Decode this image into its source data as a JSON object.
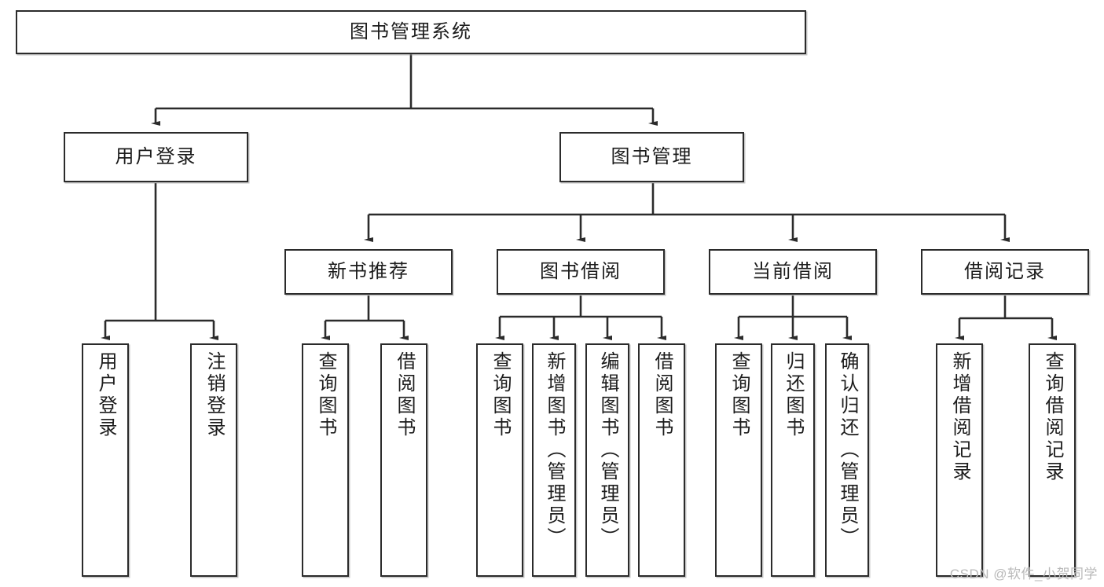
{
  "diagram": {
    "title": "图书管理系统",
    "type": "tree-hierarchy",
    "watermark": "CSDN @软件_小贺同学",
    "colors": {
      "box_border": "#2b2b2b",
      "box_fill": "#ffffff",
      "edge": "#2b2b2b",
      "text": "#1c1c1c",
      "watermark": "#b9b9b9"
    },
    "nodes": {
      "root": {
        "label": "图书管理系统"
      },
      "level2": [
        {
          "id": "user-login",
          "label": "用户登录"
        },
        {
          "id": "book-manage",
          "label": "图书管理"
        }
      ],
      "level3": [
        {
          "id": "new-book-recommend",
          "label": "新书推荐"
        },
        {
          "id": "book-borrow",
          "label": "图书借阅"
        },
        {
          "id": "current-borrow",
          "label": "当前借阅"
        },
        {
          "id": "borrow-record",
          "label": "借阅记录"
        }
      ],
      "leaves": [
        {
          "id": "leaf-user-login",
          "label": "用户登录",
          "parent": "user-login"
        },
        {
          "id": "leaf-logout-login",
          "label": "注销登录",
          "parent": "user-login"
        },
        {
          "id": "leaf-query-book-1",
          "label": "查询图书",
          "parent": "new-book-recommend"
        },
        {
          "id": "leaf-borrow-book-1",
          "label": "借阅图书",
          "parent": "new-book-recommend"
        },
        {
          "id": "leaf-query-book-2",
          "label": "查询图书",
          "parent": "book-borrow"
        },
        {
          "id": "leaf-add-book",
          "label": "新增图书（管理员）",
          "parent": "book-borrow"
        },
        {
          "id": "leaf-edit-book",
          "label": "编辑图书（管理员）",
          "parent": "book-borrow"
        },
        {
          "id": "leaf-borrow-book-2",
          "label": "借阅图书",
          "parent": "book-borrow"
        },
        {
          "id": "leaf-query-book-3",
          "label": "查询图书",
          "parent": "current-borrow"
        },
        {
          "id": "leaf-return-book",
          "label": "归还图书",
          "parent": "current-borrow"
        },
        {
          "id": "leaf-confirm-return",
          "label": "确认归还（管理员）",
          "parent": "current-borrow"
        },
        {
          "id": "leaf-add-record",
          "label": "新增借阅记录",
          "parent": "borrow-record"
        },
        {
          "id": "leaf-query-record",
          "label": "查询借阅记录",
          "parent": "borrow-record"
        }
      ]
    }
  }
}
